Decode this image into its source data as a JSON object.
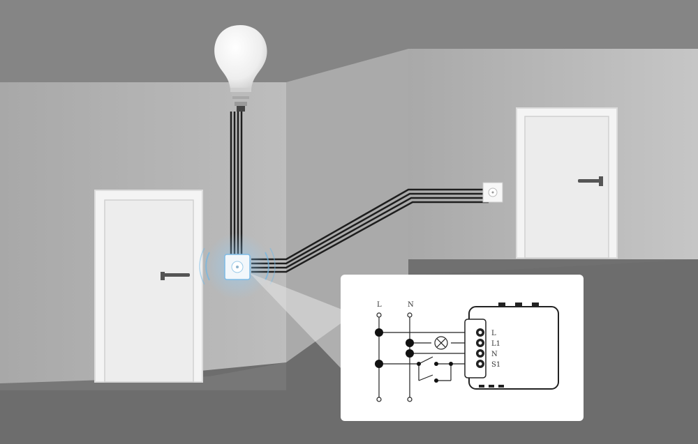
{
  "wiring_diagram": {
    "rail_labels": [
      "L",
      "N"
    ],
    "terminal_labels": [
      "L",
      "L1",
      "N",
      "S1"
    ]
  },
  "colors": {
    "floor": "#6b6b6b",
    "ceiling": "#828282",
    "wall_left": "#b3b3b3",
    "wall_right": "#a9a9a9",
    "wall_right_far": "#c4c4c4",
    "door": "#f2f2f2",
    "cable": "#1e1e1e",
    "signal": "#6fb7e6"
  },
  "icons": [
    "light-bulb-icon",
    "smart-switch-module-icon",
    "wall-switch-icon",
    "door-handle-icon",
    "lamp-symbol-icon"
  ]
}
